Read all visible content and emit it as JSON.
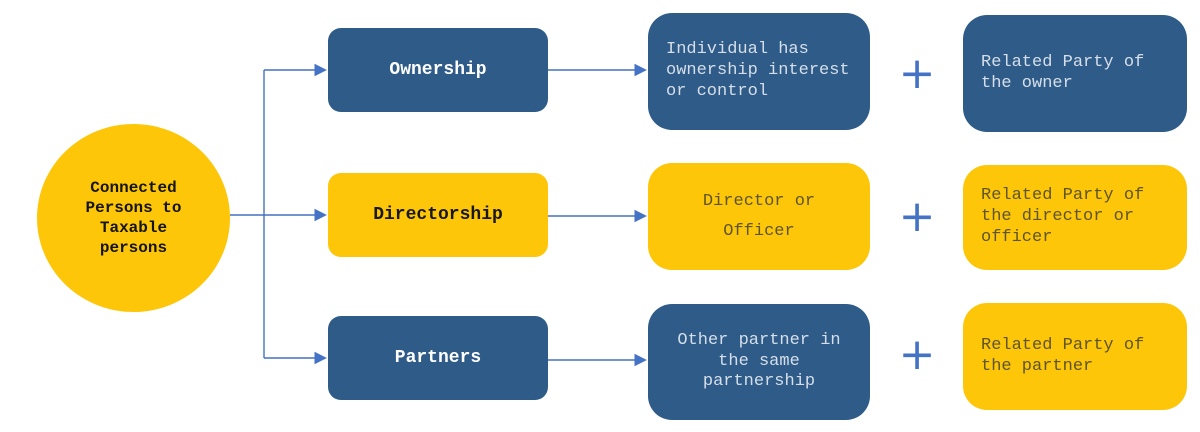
{
  "palette": {
    "node_blue": "#2E5B88",
    "node_yellow": "#FDC608",
    "connector_blue": "#4472C4",
    "text_on_blue": "#D6DFE9",
    "text_on_yellow": "#5E5428",
    "text_dark": "#141414",
    "text_white": "#FFFFFF",
    "background": "#FFFFFF"
  },
  "icons": {
    "plus_glyph": "+"
  },
  "root_node": {
    "label": "Connected\nPersons to\nTaxable\npersons",
    "color": "yellow"
  },
  "rows": [
    {
      "id": "ownership",
      "branch": {
        "label": "Ownership",
        "color": "blue"
      },
      "description": {
        "label": "Individual has\nownership interest\nor control",
        "color": "blue"
      },
      "related_party": {
        "label": "Related Party of\nthe owner",
        "color": "blue"
      }
    },
    {
      "id": "directorship",
      "branch": {
        "label": "Directorship",
        "color": "yellow"
      },
      "description": {
        "label": "Director or\nOfficer",
        "color": "yellow"
      },
      "related_party": {
        "label": "Related Party of\nthe director or\nofficer",
        "color": "yellow"
      }
    },
    {
      "id": "partners",
      "branch": {
        "label": "Partners",
        "color": "blue"
      },
      "description": {
        "label": "Other partner in\nthe same\npartnership",
        "color": "blue"
      },
      "related_party": {
        "label": "Related Party of\nthe partner",
        "color": "yellow"
      }
    }
  ]
}
